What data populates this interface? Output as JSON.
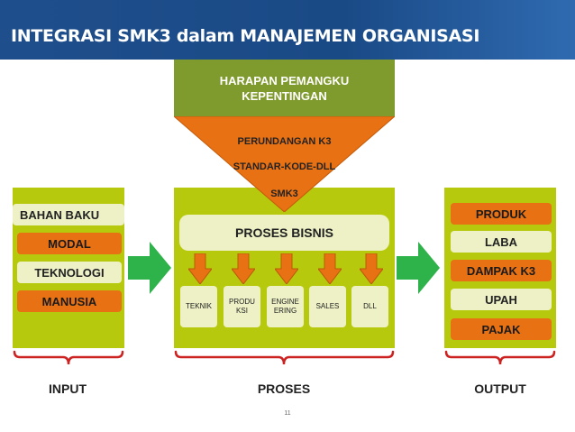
{
  "title": "INTEGRASI SMK3 dalam MANAJEMEN ORGANISASI",
  "harapan": "HARAPAN PEMANGKU KEPENTINGAN",
  "funnel": [
    "PERUNDANGAN K3",
    "STANDAR-KODE-DLL",
    "SMK3"
  ],
  "input": {
    "items": [
      "BAHAN BAKU",
      "MODAL",
      "TEKNOLOGI",
      "MANUSIA"
    ],
    "label": "INPUT"
  },
  "proses": {
    "header": "PROSES BISNIS",
    "items": [
      "TEKNIK",
      "PRODUKSI",
      "ENGINEERING",
      "SALES",
      "DLL"
    ],
    "label": "PROSES"
  },
  "output": {
    "items": [
      "PRODUK",
      "LABA",
      "DAMPAK K3",
      "UPAH",
      "PAJAK"
    ],
    "label": "OUTPUT"
  },
  "page_number": "11",
  "colors": {
    "header": "#1f4e8c",
    "panel": "#b7c90c",
    "harapan": "#7f9a2d",
    "orange": "#e87114",
    "arrow_green": "#2db34a",
    "brace_red": "#cc2222"
  }
}
